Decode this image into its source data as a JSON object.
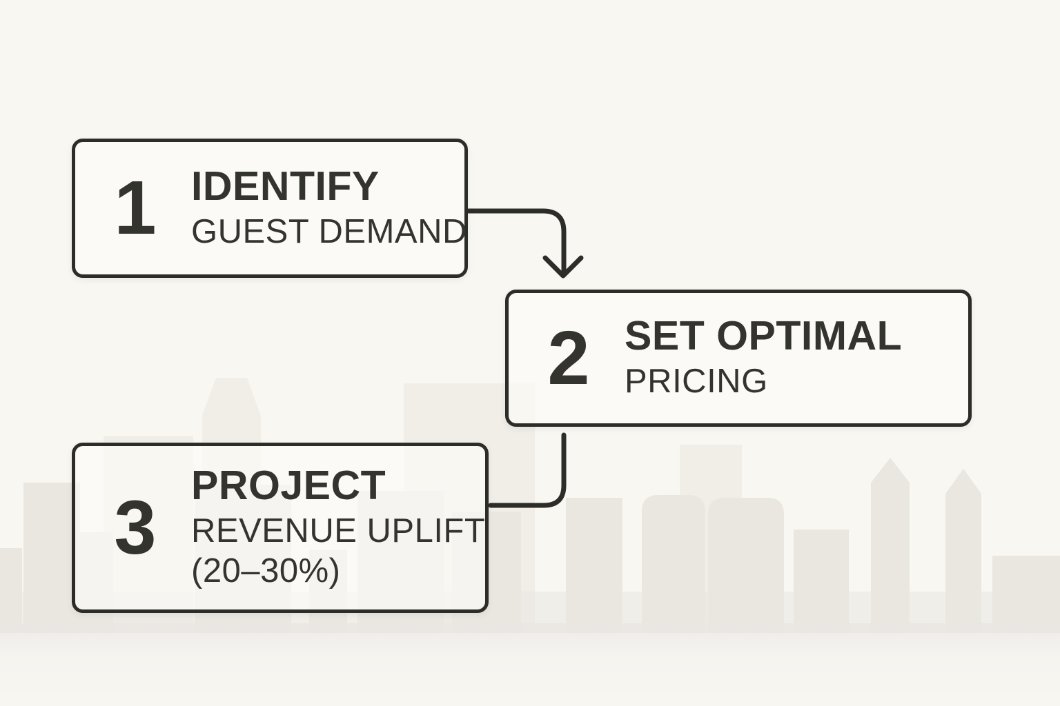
{
  "diagram_type": "numbered-flowchart",
  "steps": [
    {
      "number": "1",
      "title": "IDENTIFY",
      "subtitle": "GUEST DEMAND"
    },
    {
      "number": "2",
      "title": "SET OPTIMAL",
      "subtitle": "PRICING"
    },
    {
      "number": "3",
      "title": "PROJECT",
      "subtitle": "REVENUE UPLIFT",
      "subtitle2": "(20–30%)"
    }
  ],
  "connections": [
    {
      "from": "1",
      "to": "2",
      "style": "elbow-arrow-down"
    },
    {
      "from": "2",
      "to": "3",
      "style": "elbow-line-left"
    }
  ],
  "colors": {
    "ink": "#2c2c29",
    "text": "#34342f",
    "background": "#f9f7f2",
    "skyline_near": "#eae7e1",
    "skyline_far": "#f1eee8",
    "waterline": "#e9e6e0",
    "ground": "#f4f2ed"
  }
}
